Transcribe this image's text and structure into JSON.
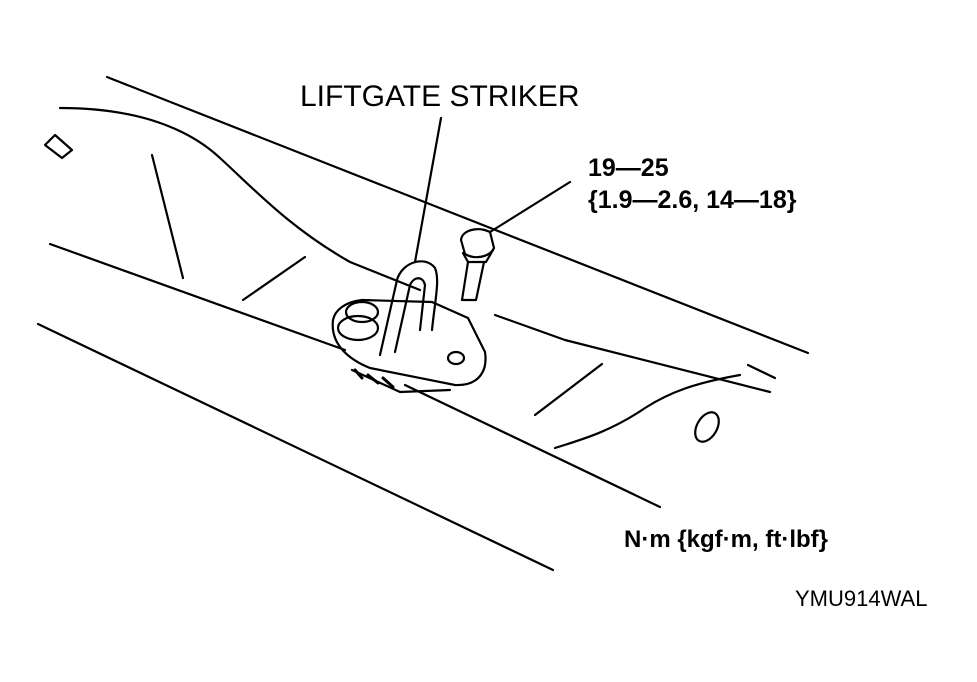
{
  "diagram": {
    "part_label": "LIFTGATE STRIKER",
    "torque": {
      "line1": "19—25",
      "line2": "{1.9—2.6, 14—18}"
    },
    "unit_note": "N·m {kgf·m, ft·lbf}",
    "figure_code": "YMU914WAL"
  },
  "colors": {
    "ink": "#000000",
    "paper": "#ffffff"
  }
}
